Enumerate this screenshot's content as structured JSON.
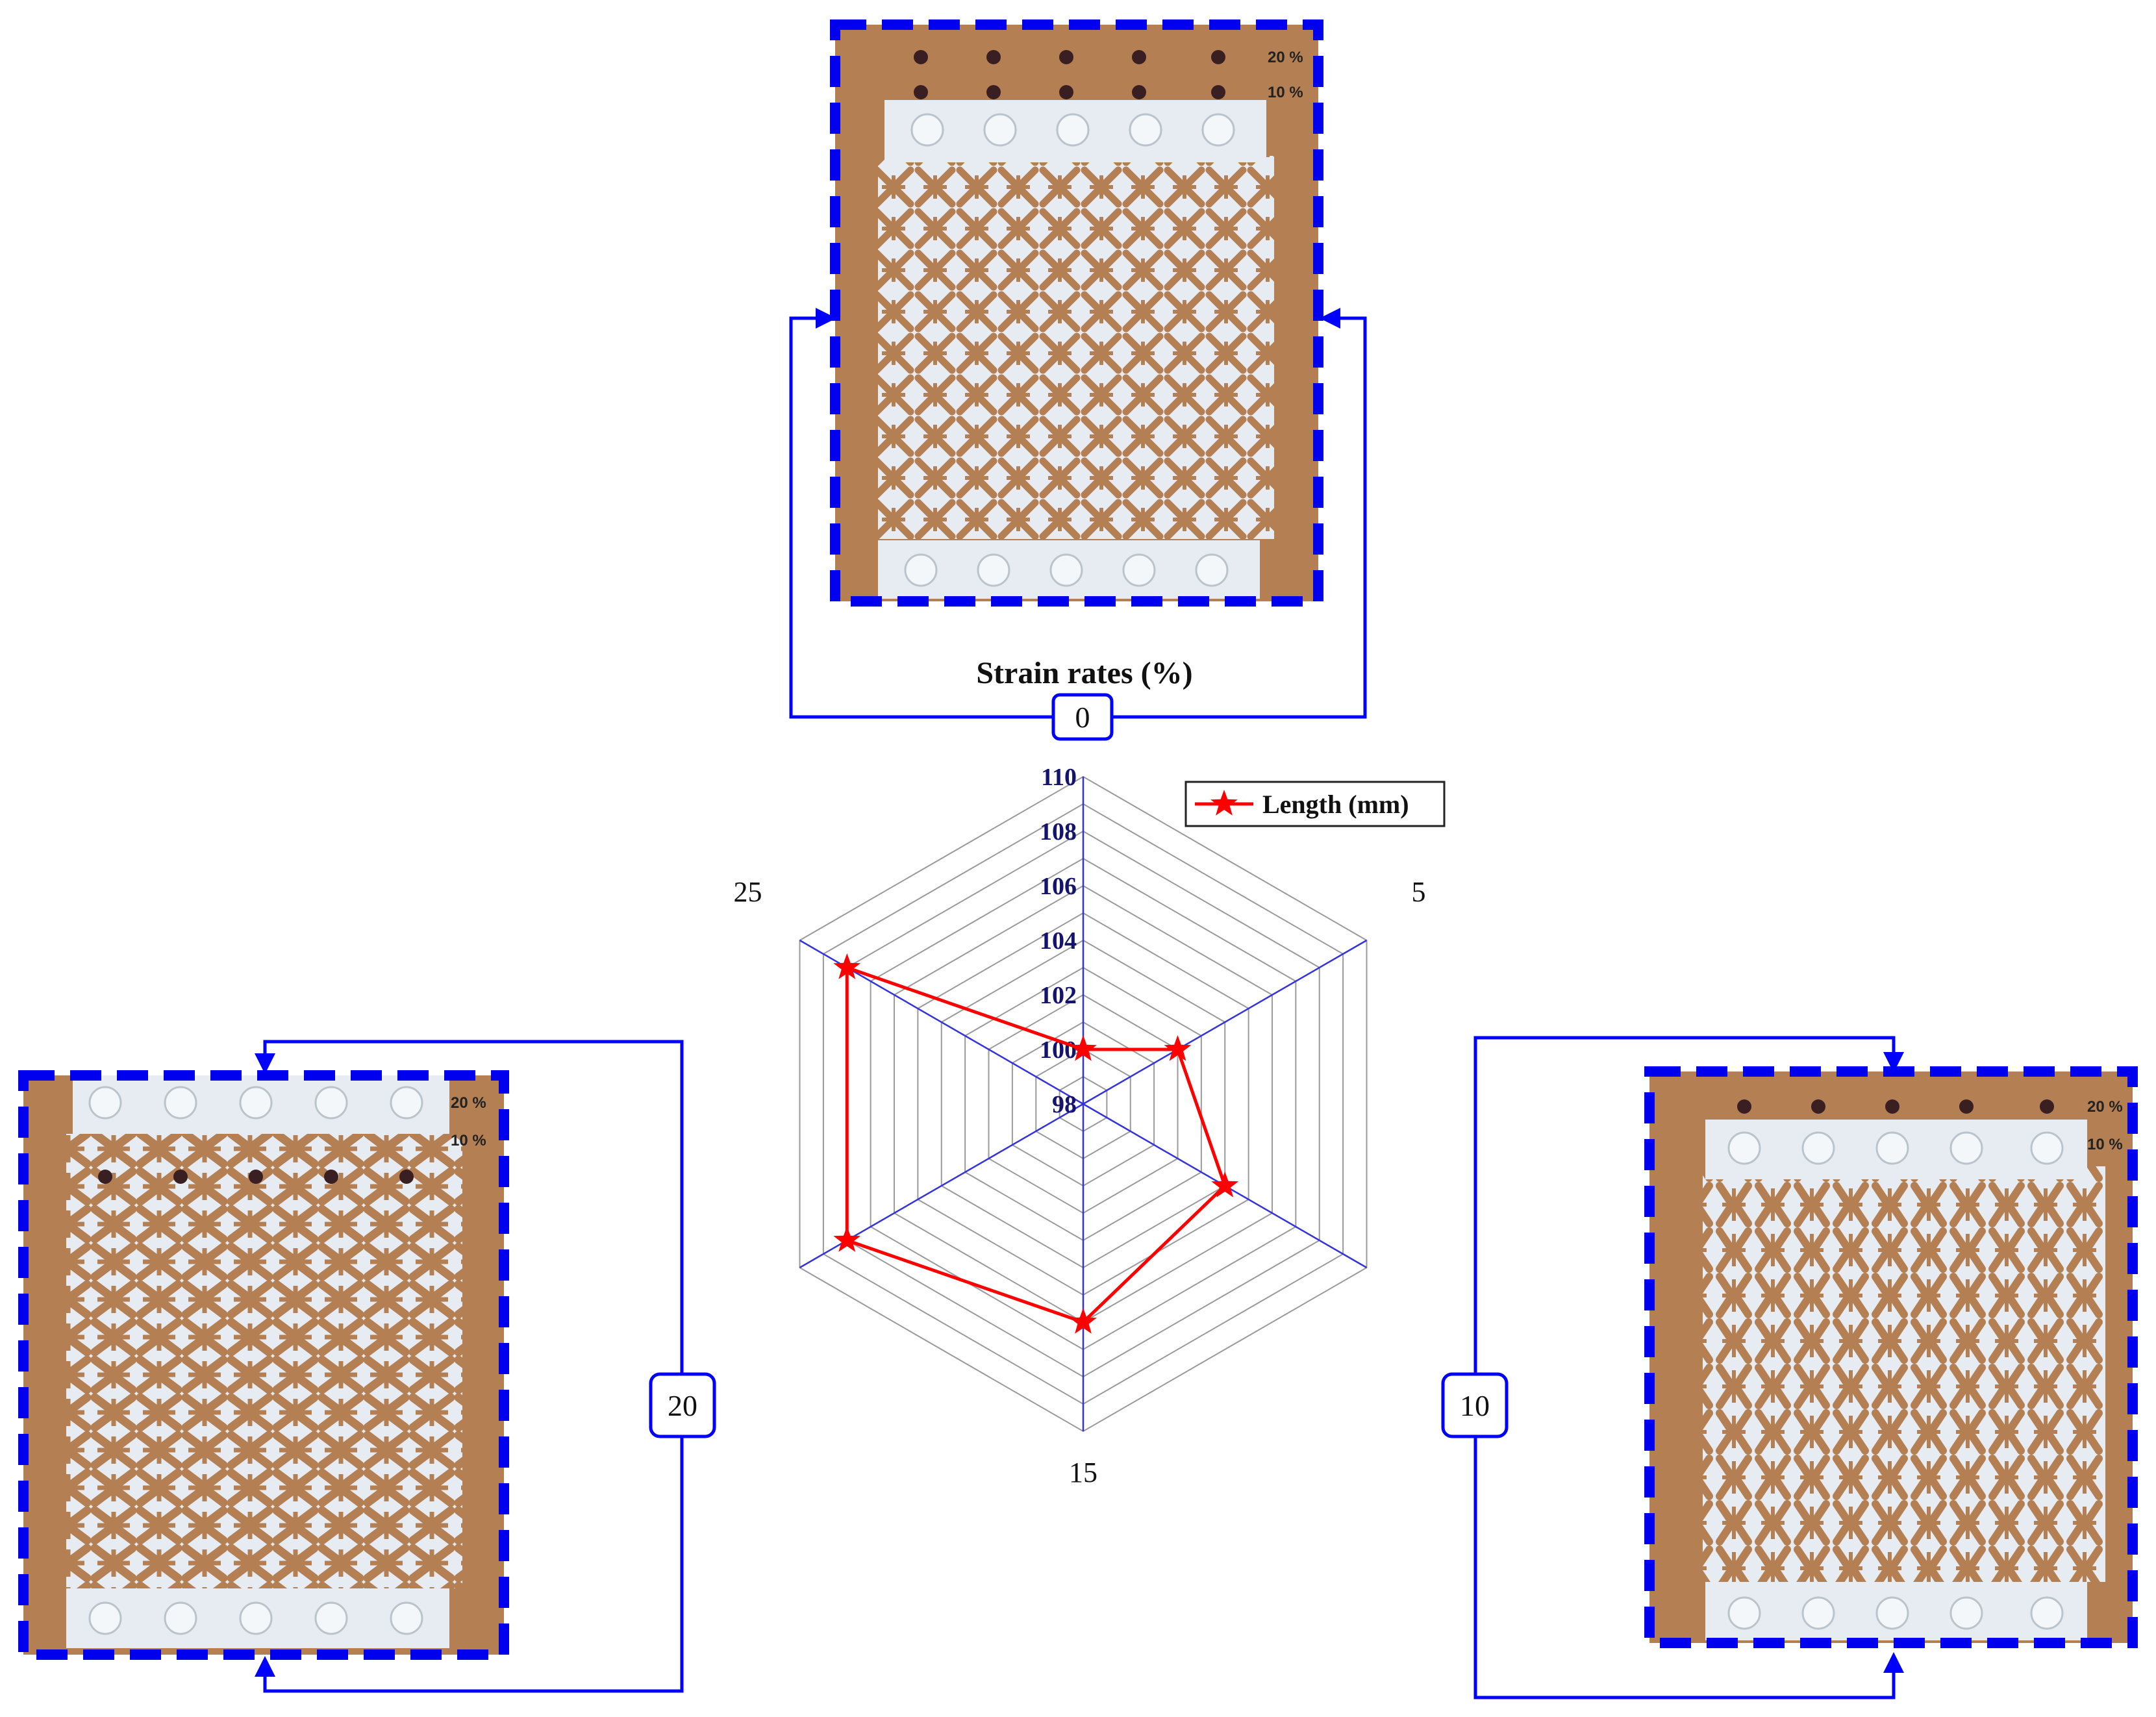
{
  "chart_data": {
    "type": "radar",
    "title": "Strain rates (%)",
    "categories": [
      "0",
      "5",
      "10",
      "15",
      "20",
      "25"
    ],
    "radial_ticks": [
      "98",
      "100",
      "102",
      "104",
      "106",
      "108",
      "110"
    ],
    "rlim": [
      98,
      110
    ],
    "series": [
      {
        "name": "Length (mm)",
        "values": [
          100,
          102,
          104,
          106,
          108,
          108
        ],
        "color": "#ff0000"
      }
    ],
    "legend_position": "top-right",
    "grid": true
  },
  "specimen_badges": {
    "top": "0",
    "right": "10",
    "left": "20"
  },
  "specimen_marks": {
    "mark_20": "20 %",
    "mark_10": "10 %"
  },
  "colors": {
    "connector": "#0000ff",
    "specimen_border": "#0000ee",
    "specimen_frame": "#b47f53",
    "lattice": "#e6ecf1",
    "grid": "#9a9a9a",
    "spoke": "#3333dd"
  }
}
